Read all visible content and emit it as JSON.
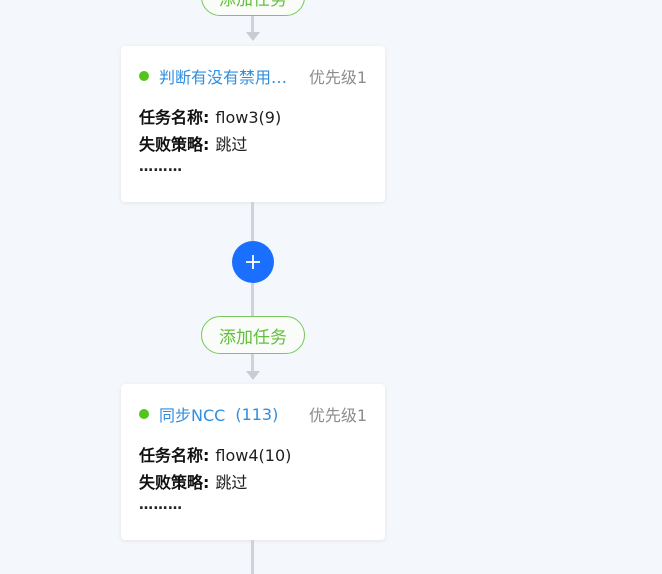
{
  "flow": {
    "add_task_label": "添加任务",
    "cards": [
      {
        "title": "判断有没有禁用…",
        "title_suffix": "",
        "priority": "优先级1",
        "name_key": "任务名称:",
        "name_value": "flow3(9)",
        "strategy_key": "失败策略:",
        "strategy_value": "跳过",
        "more": "………"
      },
      {
        "title": "同步NCC",
        "title_suffix": "(113)",
        "priority": "优先级1",
        "name_key": "任务名称:",
        "name_value": "flow4(10)",
        "strategy_key": "失败策略:",
        "strategy_value": "跳过",
        "more": "………"
      }
    ],
    "colors": {
      "status_dot": "#52c41a",
      "title_link": "#2f8ee0",
      "add_button_border": "#77c95a",
      "plus_button": "#1a6fff",
      "connector": "#cfd3d9"
    },
    "icons": {
      "plus": "plus-icon",
      "arrow": "arrow-down-icon"
    }
  }
}
